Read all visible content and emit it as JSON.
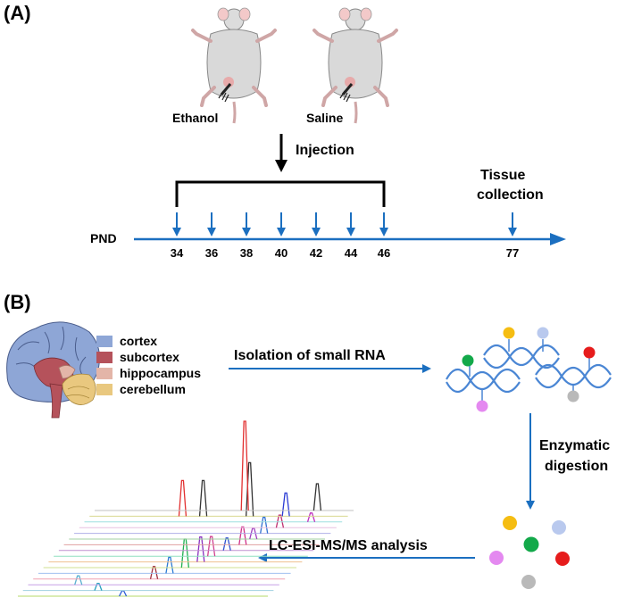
{
  "panel_a": {
    "label": "(A)",
    "ethanol_label": "Ethanol",
    "saline_label": "Saline",
    "injection_label": "Injection",
    "tissue_label_1": "Tissue",
    "tissue_label_2": "collection",
    "axis_label": "PND",
    "ticks": [
      "34",
      "36",
      "38",
      "40",
      "42",
      "44",
      "46",
      "77"
    ]
  },
  "panel_b": {
    "label": "(B)",
    "legend": [
      {
        "label": "cortex",
        "color": "#8ea6d6"
      },
      {
        "label": "subcortex",
        "color": "#b5525b"
      },
      {
        "label": "hippocampus",
        "color": "#e3b5a8"
      },
      {
        "label": "cerebellum",
        "color": "#e9c87f"
      }
    ],
    "isolation_label": "Isolation of small  RNA",
    "enzymatic_label_1": "Enzymatic",
    "enzymatic_label_2": "digestion",
    "lcms_label": "LC-ESI-MS/MS analysis"
  },
  "colors": {
    "arrow_blue": "#1b6fc0",
    "rna_blue": "#4a86d4",
    "nuc_yellow": "#f5bd12",
    "nuc_lightblue": "#b9c9ee",
    "nuc_green": "#13a94a",
    "nuc_red": "#e61c1c",
    "nuc_violet": "#e489f0",
    "nuc_gray": "#b9b9b9"
  }
}
